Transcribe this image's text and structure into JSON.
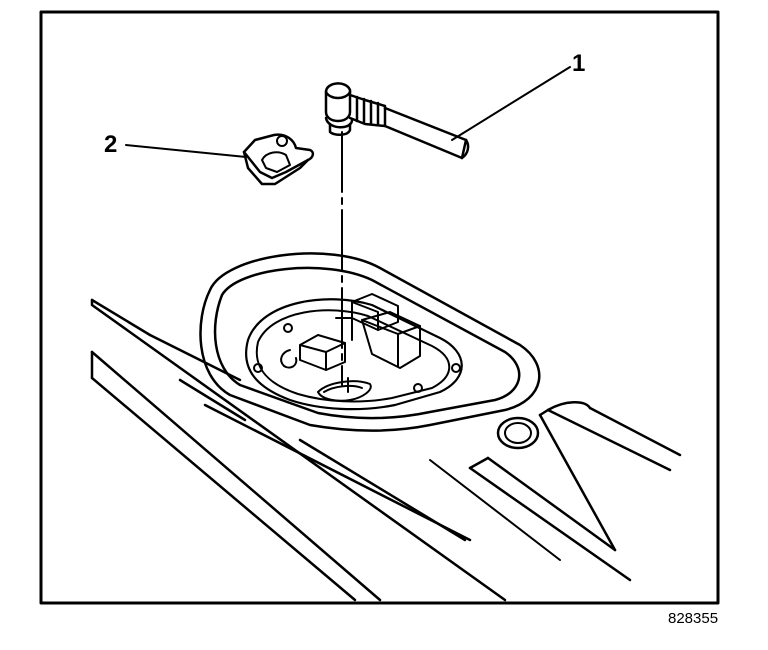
{
  "callouts": [
    {
      "label": "1",
      "part": "fuel-line-connector"
    },
    {
      "label": "2",
      "part": "retaining-clip"
    }
  ],
  "figure_id": "828355",
  "colors": {
    "line": "#000000",
    "background": "#ffffff"
  }
}
